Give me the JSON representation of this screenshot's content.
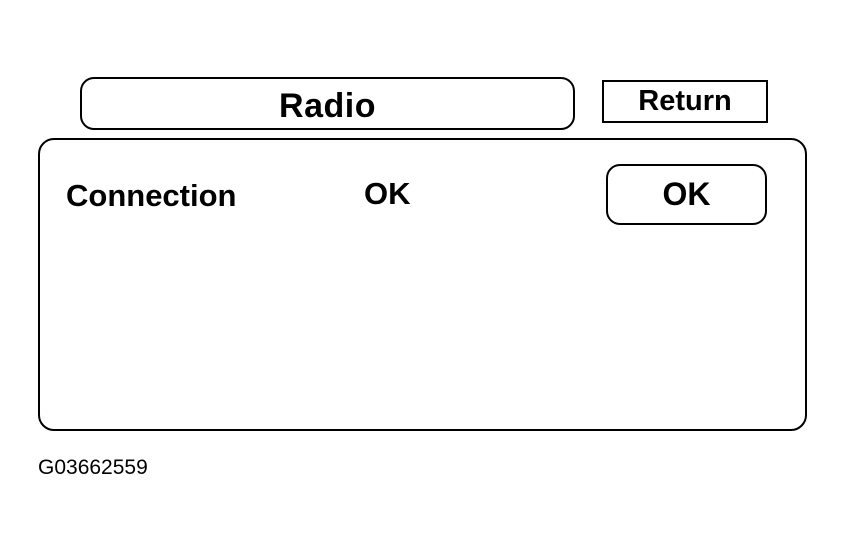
{
  "screen": {
    "title": "Radio",
    "return_label": "Return"
  },
  "panel": {
    "rows": [
      {
        "label": "Connection",
        "value": "OK",
        "button_label": "OK"
      }
    ]
  },
  "figure_id": "G03662559"
}
